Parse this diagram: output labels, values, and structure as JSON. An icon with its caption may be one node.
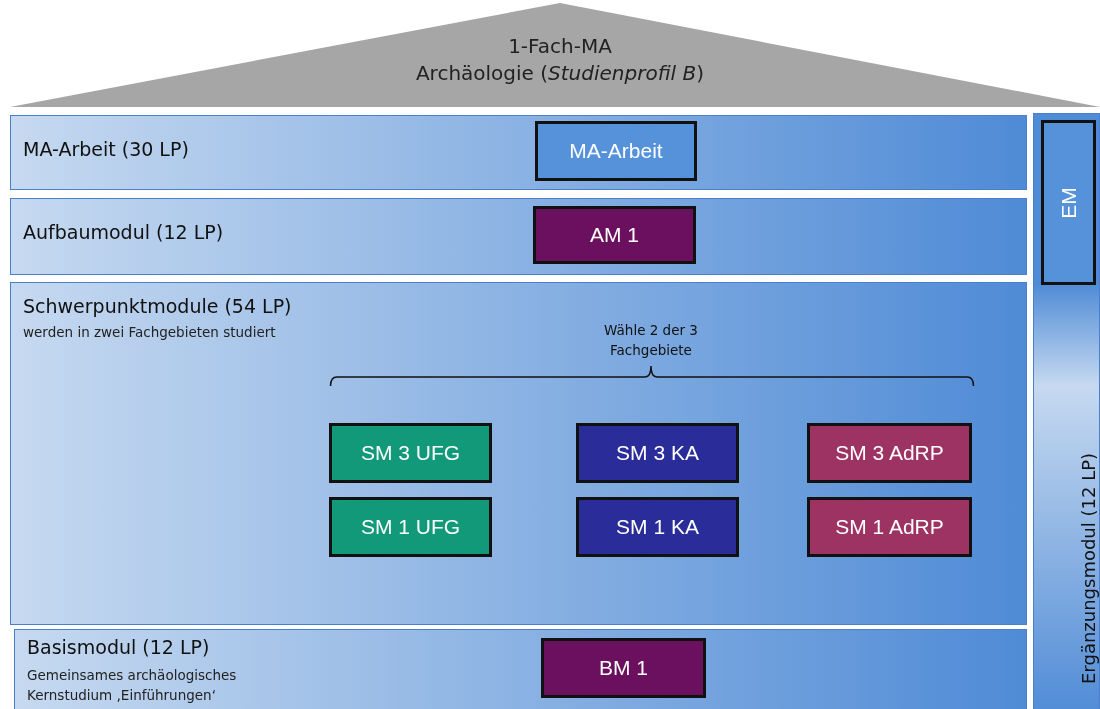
{
  "diagram": {
    "nodes": [
      {
        "text": [
          "1-Fach-MA",
          "Archäologie (*Studienprofil B*)"
        ]
      },
      {
        "text": [
          "MA-Arbeit (30 LP)"
        ]
      },
      {
        "text": [
          "MA-Arbeit"
        ],
        "in": 1
      },
      {
        "text": [
          "Aufbaumodul (12 LP)"
        ]
      },
      {
        "text": [
          "AM 1"
        ],
        "in": 3
      },
      {
        "text": [
          "Schwerpunktmodule (54 LP)",
          "werden in zwei Fachgebieten studiert"
        ]
      },
      {
        "text": [
          "SM 3 UFG"
        ],
        "in": 5
      },
      {
        "text": [
          "SM 3 KA"
        ],
        "in": 5
      },
      {
        "text": [
          "SM 3 AdRP"
        ],
        "in": 5
      },
      {
        "text": [
          "SM 1 UFG"
        ],
        "in": 5
      },
      {
        "text": [
          "SM 1 KA"
        ],
        "in": 5
      },
      {
        "text": [
          "SM 1 AdRP"
        ],
        "in": 5
      },
      {
        "text": [
          "Basismodul (12 LP)",
          "Gemeinsames archäologisches Kernstudium ‚Einführungen‘"
        ]
      },
      {
        "text": [
          "BM 1"
        ],
        "in": 12
      },
      {
        "text": [
          "Ergänzungsmodul (12 LP)"
        ]
      },
      {
        "text": [
          "EM"
        ],
        "in": 14
      }
    ],
    "edges": [],
    "labels": [
      "Wähle 2 der 3 Fachgebiete"
    ]
  }
}
